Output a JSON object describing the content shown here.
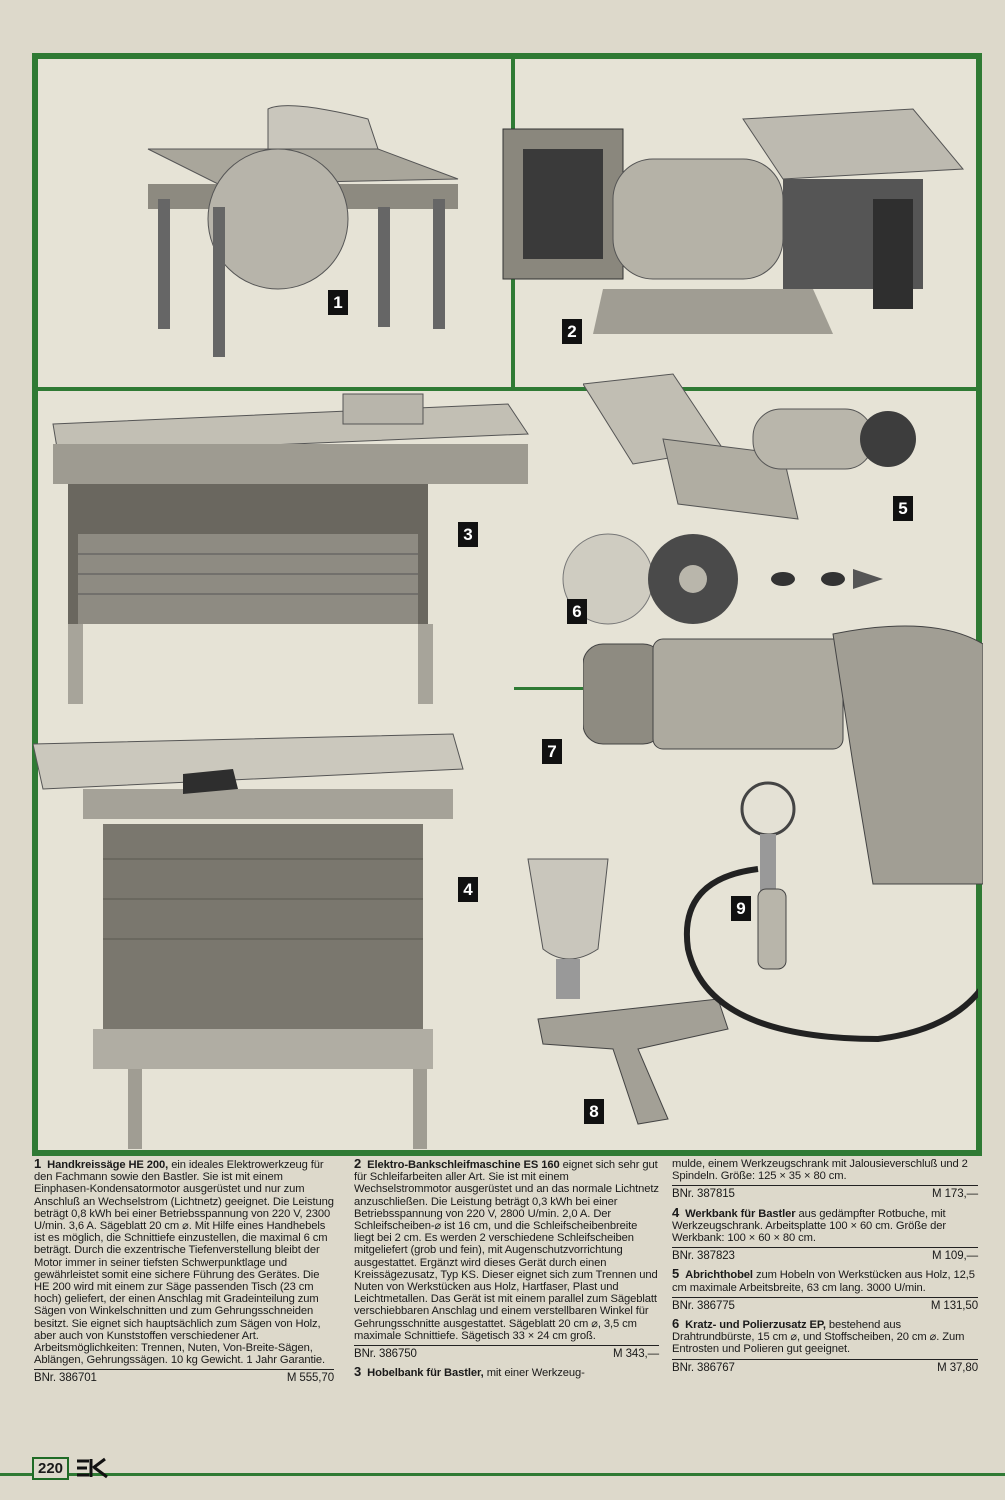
{
  "page": {
    "number": "220"
  },
  "badges": [
    "1",
    "2",
    "3",
    "4",
    "5",
    "6",
    "7",
    "8",
    "9"
  ],
  "items": [
    {
      "no": "1",
      "title": "Handkreissäge HE 200,",
      "text": "ein ideales Elektrowerkzeug für den Fachmann sowie den Bastler. Sie ist mit einem Einphasen-Kondensatormotor ausgerüstet und nur zum Anschluß an Wechselstrom (Lichtnetz) geeignet. Die Leistung beträgt 0,8 kWh bei einer Betriebsspannung von 220 V, 2300 U/min. 3,6 A. Sägeblatt 20 cm ⌀. Mit Hilfe eines Handhebels ist es möglich, die Schnittiefe einzustellen, die maximal 6 cm beträgt. Durch die exzentrische Tiefenverstellung bleibt der Motor immer in seiner tiefsten Schwerpunktlage und gewährleistet somit eine sichere Führung des Gerätes. Die HE 200 wird mit einem zur Säge passenden Tisch (23 cm hoch) geliefert, der einen Anschlag mit Gradeinteilung zum Sägen von Winkelschnitten und zum Gehrungsschneiden besitzt. Sie eignet sich hauptsächlich zum Sägen von Holz, aber auch von Kunststoffen verschiedener Art. Arbeitsmöglichkeiten: Trennen, Nuten, Von-Breite-Sägen, Ablängen, Gehrungssägen. 10 kg Gewicht. 1 Jahr Garantie.",
      "bnr": "BNr. 386701",
      "price": "M 555,70"
    },
    {
      "no": "2",
      "title": "Elektro-Bankschleifmaschine ES 160",
      "text": "eignet sich sehr gut für Schleifarbeiten aller Art. Sie ist mit einem Wechselstrommotor ausgerüstet und an das normale Lichtnetz anzuschließen. Die Leistung beträgt 0,3 kWh bei einer Betriebsspannung von 220 V, 2800 U/min. 2,0 A. Der Schleifscheiben-⌀ ist 16 cm, und die Schleifscheibenbreite liegt bei 2 cm. Es werden 2 verschiedene Schleifscheiben mitgeliefert (grob und fein), mit Augenschutzvorrichtung ausgestattet. Ergänzt wird dieses Gerät durch einen Kreissägezusatz, Typ KS. Dieser eignet sich zum Trennen und Nuten von Werkstücken aus Holz, Hartfaser, Plast und Leichtmetallen. Das Gerät ist mit einem parallel zum Sägeblatt verschiebbaren Anschlag und einem verstellbaren Winkel für Gehrungsschnitte ausgestattet. Sägeblatt 20 cm ⌀, 3,5 cm maximale Schnittiefe. Sägetisch 33 × 24 cm groß.",
      "bnr": "BNr. 386750",
      "price": "M 343,—"
    },
    {
      "no": "3",
      "title": "Hobelbank für Bastler,",
      "text": "mit einer Werkzeugmulde, einem Werkzeugschrank mit Jalousieverschluß und 2 Spindeln. Größe: 125 × 35 × 80 cm.",
      "bnr": "BNr. 387815",
      "price": "M 173,—"
    },
    {
      "no": "4",
      "title": "Werkbank für Bastler",
      "text": "aus gedämpfter Rotbuche, mit Werkzeugschrank. Arbeitsplatte 100 × 60 cm. Größe der Werkbank: 100 × 60 × 80 cm.",
      "bnr": "BNr. 387823",
      "price": "M 109,—"
    },
    {
      "no": "5",
      "title": "Abrichthobel",
      "text": "zum Hobeln von Werkstücken aus Holz, 12,5 cm maximale Arbeitsbreite, 63 cm lang. 3000 U/min.",
      "bnr": "BNr. 386775",
      "price": "M 131,50"
    },
    {
      "no": "6",
      "title": "Kratz- und Polierzusatz EP,",
      "text": "bestehend aus Drahtrundbürste, 15 cm ⌀, und Stoffscheiben, 20 cm ⌀. Zum Entrosten und Polieren gut geeignet.",
      "bnr": "BNr. 386767",
      "price": "M 37,80"
    }
  ],
  "col3_lead": "mulde, einem Werkzeugschrank mit Jalousieverschluß und 2 Spindeln. Größe: 125 × 35 × 80 cm.",
  "col2_tail_title": "Hobelbank für Bastler,",
  "col2_tail_text": "mit einer Werkzeug-",
  "colors": {
    "frame": "#2f7a34",
    "paper": "#ddd9cb",
    "ink": "#1a1a1a"
  }
}
